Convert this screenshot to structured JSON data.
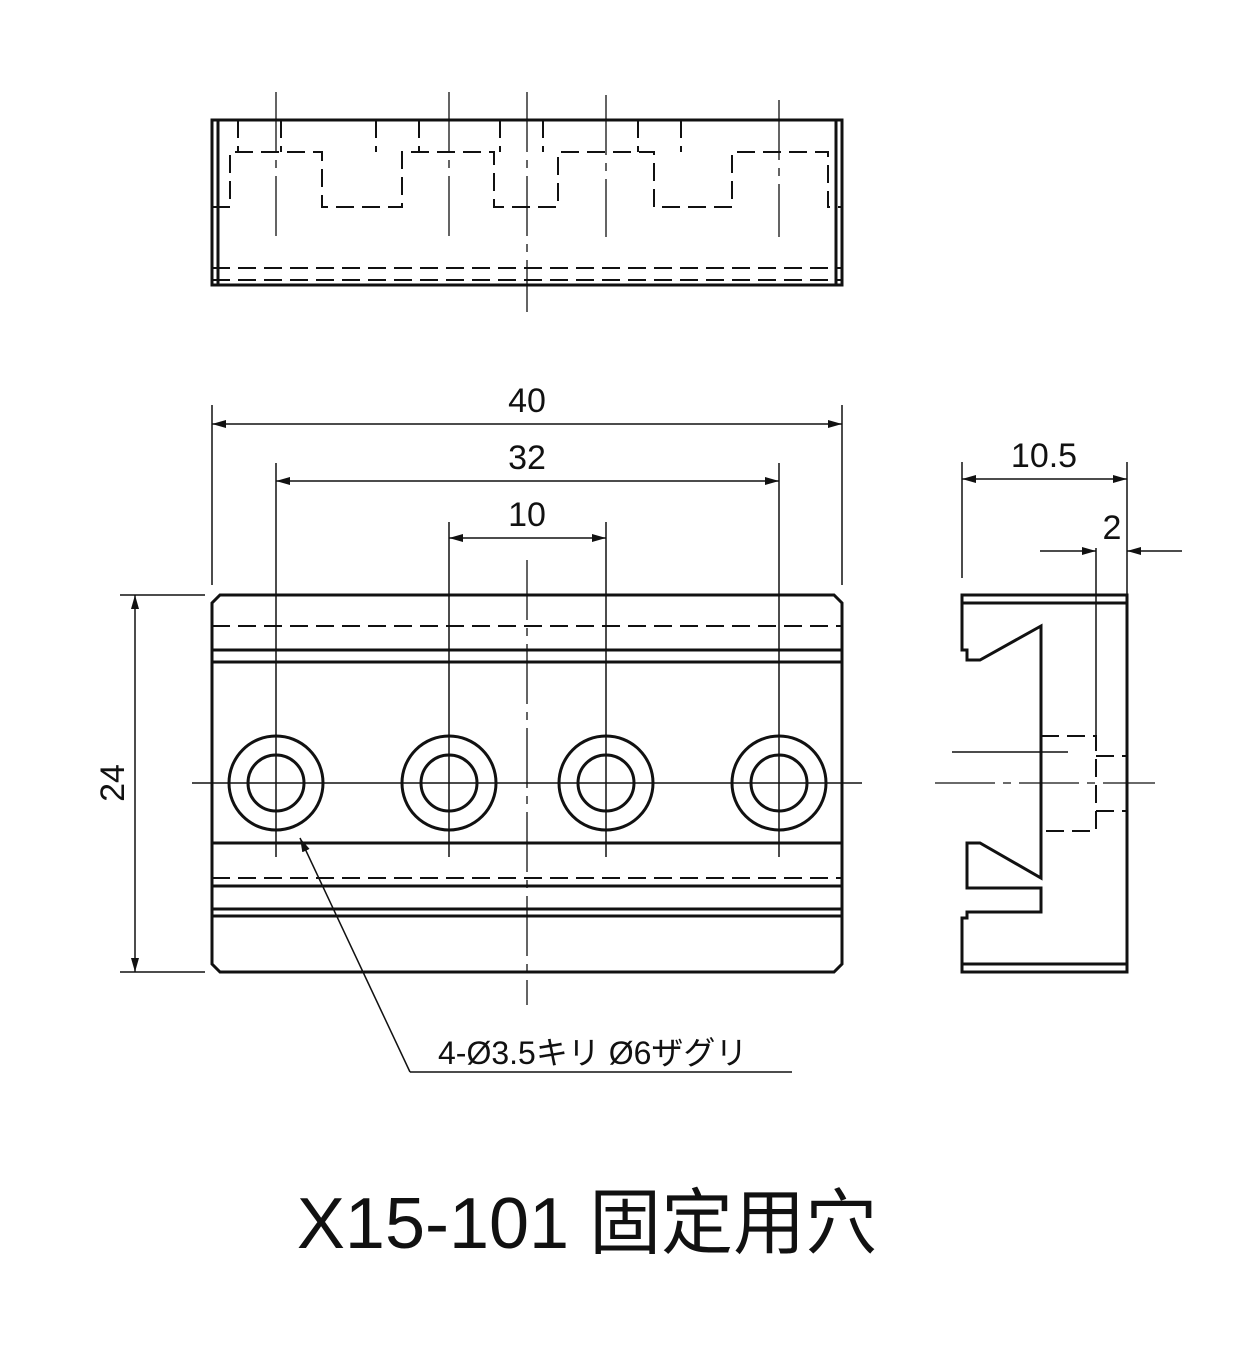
{
  "dimensions": {
    "overall_width": "40",
    "hole_pitch_outer": "32",
    "hole_pitch_inner": "10",
    "height": "24",
    "side_depth": "10.5",
    "counterbore_depth": "2"
  },
  "hole_note": "4-Ø3.5キリ Ø6ザグリ",
  "title": "X15-101 固定用穴"
}
